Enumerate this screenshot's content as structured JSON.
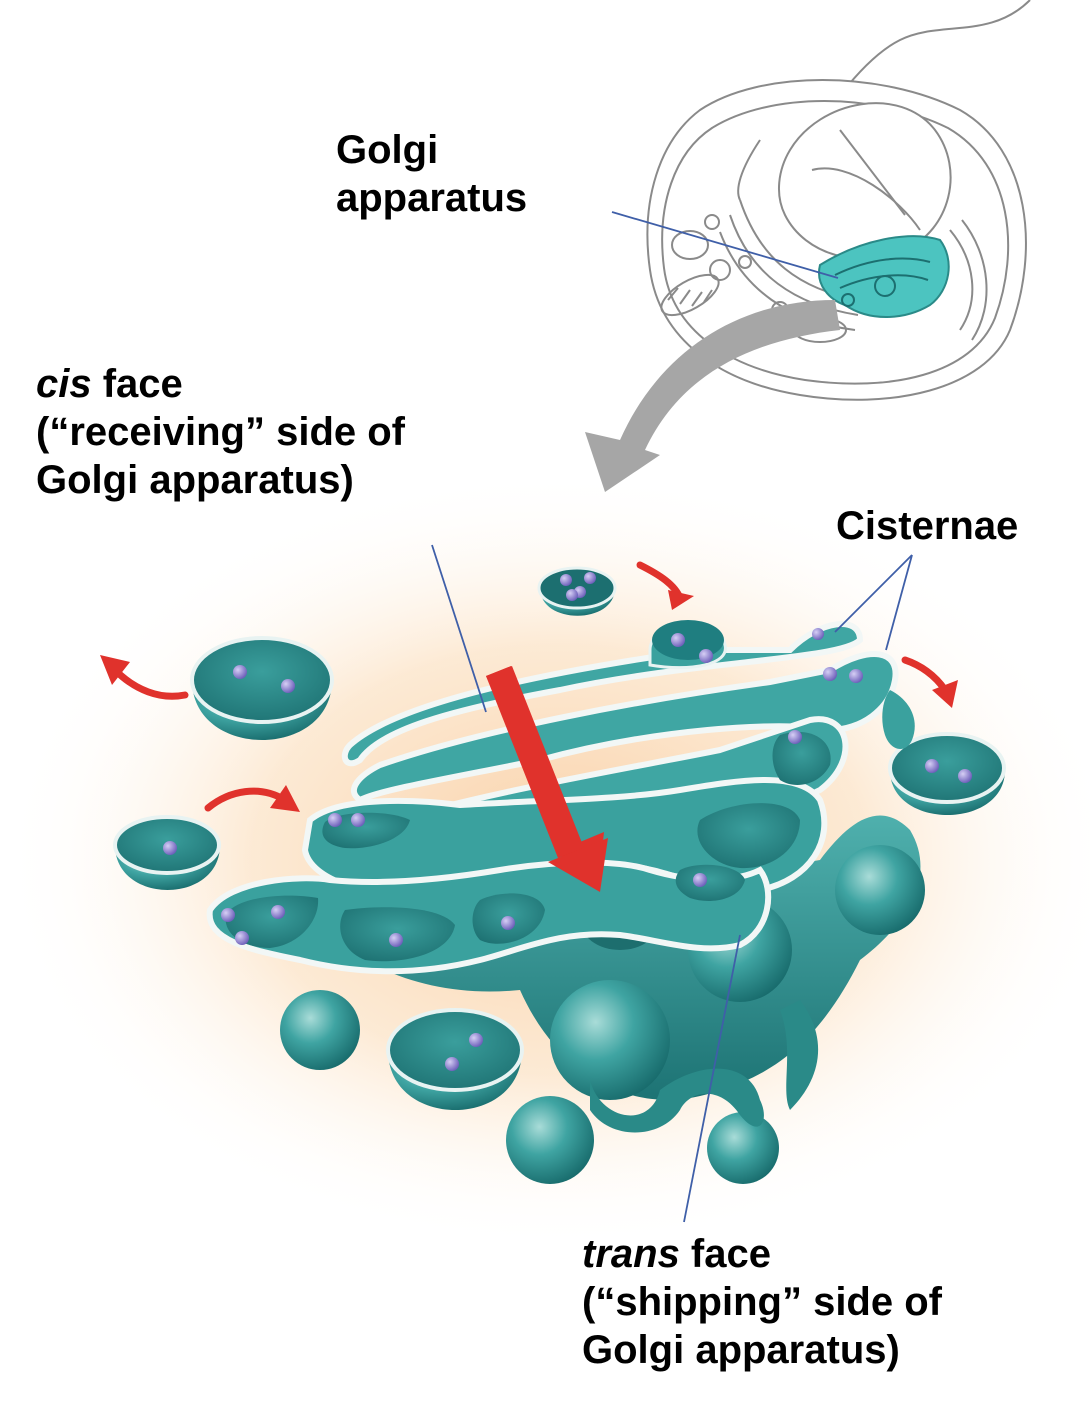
{
  "labels": {
    "golgi": {
      "line1": "Golgi",
      "line2": "apparatus"
    },
    "cis": {
      "italic": "cis",
      "rest": " face",
      "line2": "(“receiving” side of",
      "line3": "Golgi apparatus)"
    },
    "cisternae": "Cisternae",
    "trans": {
      "italic": "trans",
      "rest": " face",
      "line2": "(“shipping” side of",
      "line3": "Golgi apparatus)"
    }
  },
  "colors": {
    "golgi_teal": "#2e9a9a",
    "golgi_light": "#6cc4c0",
    "golgi_dark": "#1c6f70",
    "arrow_red": "#e0322c",
    "arrow_gray": "#a6a6a6",
    "glow": "#f8c796",
    "protein_purple": "#8a7fd0",
    "leader_line": "#3f5fa8",
    "cell_outline": "#8a8a8a"
  }
}
